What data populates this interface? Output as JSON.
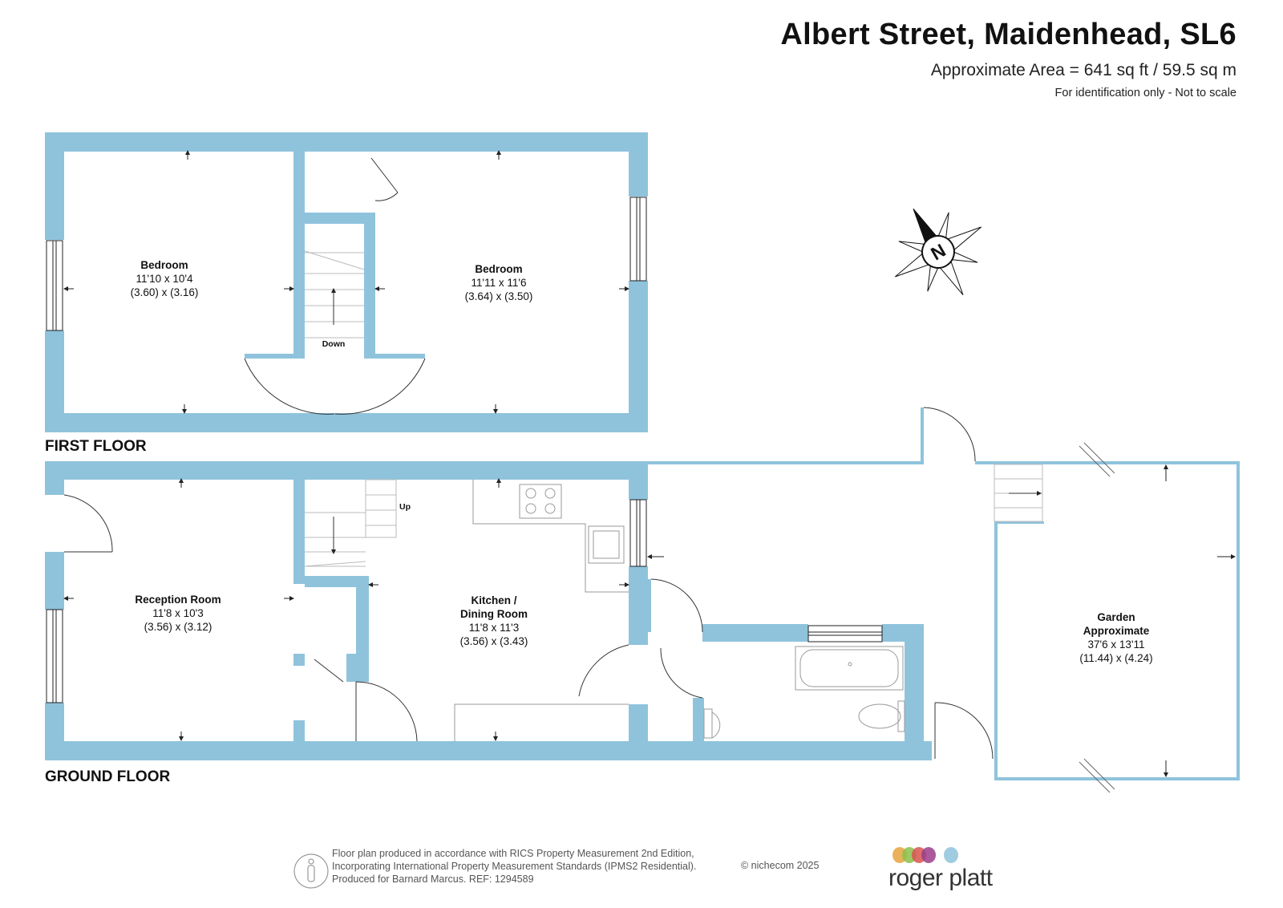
{
  "header": {
    "title": "Albert Street, Maidenhead, SL6",
    "area": "Approximate Area = 641 sq ft / 59.5 sq m",
    "note": "For identification only - Not to scale"
  },
  "floors": {
    "first": "FIRST FLOOR",
    "ground": "GROUND FLOOR"
  },
  "rooms": {
    "bedroom1": {
      "name": "Bedroom",
      "imperial": "11'10 x 10'4",
      "metric": "(3.60) x (3.16)"
    },
    "bedroom2": {
      "name": "Bedroom",
      "imperial": "11'11 x 11'6",
      "metric": "(3.64) x (3.50)"
    },
    "reception": {
      "name": "Reception Room",
      "imperial": "11'8 x 10'3",
      "metric": "(3.56) x (3.12)"
    },
    "kitchen": {
      "name1": "Kitchen /",
      "name2": "Dining Room",
      "imperial": "11'8 x 11'3",
      "metric": "(3.56) x (3.43)"
    },
    "garden": {
      "name1": "Garden",
      "name2": "Approximate",
      "imperial": "37'6 x 13'11",
      "metric": "(11.44) x (4.24)"
    }
  },
  "labels": {
    "down": "Down",
    "up": "Up",
    "compass": "N"
  },
  "footer": {
    "line1": "Floor plan produced in accordance with RICS Property Measurement 2nd Edition,",
    "line2": "Incorporating International Property Measurement Standards (IPMS2 Residential).",
    "line3": "Produced for Barnard Marcus.   REF:  1294589",
    "copyright": "© nichecom 2025",
    "brand": "roger platt"
  },
  "colors": {
    "wall": "#8fc3dc",
    "logo_dots": [
      "#e8a33d",
      "#8bbf4a",
      "#d9534f",
      "#9b3d8a",
      "#8fc3dc"
    ]
  }
}
